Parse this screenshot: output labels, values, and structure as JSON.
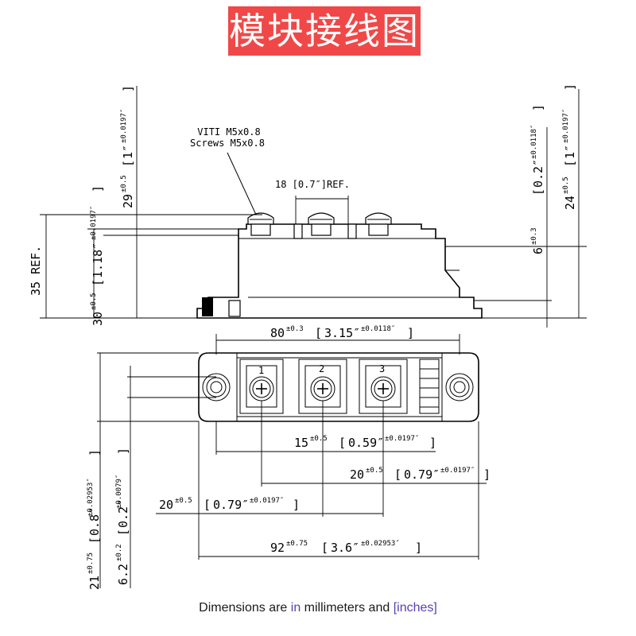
{
  "title": "模块接线图",
  "top_view": {
    "callout": [
      "VITI M5x0.8",
      "Screws M5x0.8"
    ],
    "pitch_ref": "18 [0.7″]REF.",
    "left_dims": {
      "ref35": "35 REF.",
      "d29": {
        "main": "29",
        "tol": "±0.5",
        "inch": "1″",
        "inch_tol": "±0.0197″"
      },
      "d30": {
        "main": "30",
        "tol": "±0.5",
        "inch": "1.18″",
        "inch_tol": "±0.0197″"
      }
    },
    "right_dims": {
      "d24": {
        "main": "24",
        "tol": "±0.5",
        "inch": "1″",
        "inch_tol": "±0.0197″"
      },
      "d6": {
        "main": "6",
        "tol": "±0.3",
        "inch": "0.2″",
        "inch_tol": "±0.0118″"
      }
    }
  },
  "plan_view": {
    "terminals": [
      "1",
      "2",
      "3"
    ],
    "width80": {
      "main": "80",
      "tol": "±0.3",
      "inch": "3.15″",
      "inch_tol": "±0.0118″"
    },
    "d15": {
      "main": "15",
      "tol": "±0.5",
      "inch": "0.59″",
      "inch_tol": "±0.0197″"
    },
    "d20a": {
      "main": "20",
      "tol": "±0.5",
      "inch": "0.79″",
      "inch_tol": "±0.0197″"
    },
    "d20b": {
      "main": "20",
      "tol": "±0.5",
      "inch": "0.79″",
      "inch_tol": "±0.0197″"
    },
    "d92": {
      "main": "92",
      "tol": "±0.75",
      "inch": "3.6″",
      "inch_tol": "±0.02953″"
    },
    "d21": {
      "main": "21",
      "tol": "±0.75",
      "inch": "0.8″",
      "inch_tol": "±0.02953″"
    },
    "d62": {
      "main": "6.2",
      "tol": "±0.2",
      "inch": "0.2″",
      "inch_tol": "±0.0079″"
    }
  },
  "footer": {
    "part1": "Dimensions are ",
    "part2": "in",
    "part3": " millimeters and ",
    "part4": "[inches]"
  }
}
